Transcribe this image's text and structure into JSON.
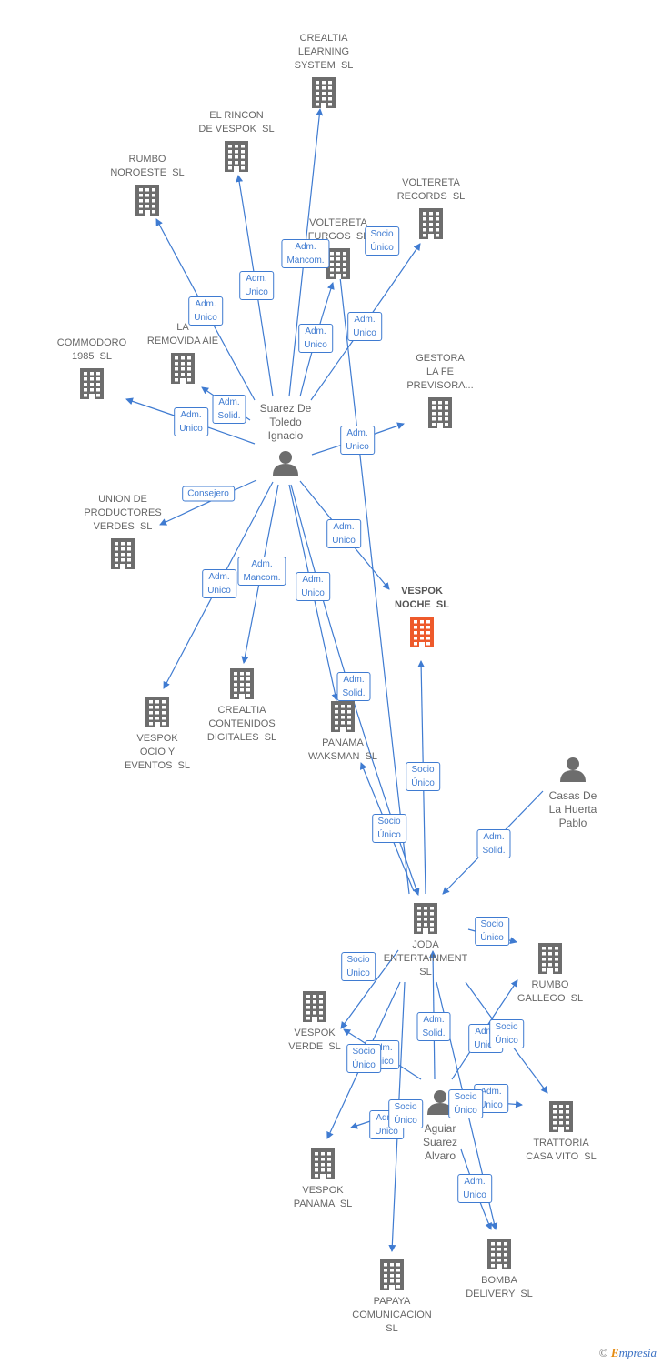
{
  "colors": {
    "edge": "#3f7bd1",
    "building": "#6d6d6d",
    "focus": "#ee5a2b",
    "person": "#6d6d6d"
  },
  "nodes": [
    {
      "id": "crealtia_learning",
      "type": "company",
      "label": "CREALTIA\nLEARNING\nSYSTEM  SL",
      "icon": "building-icon"
    },
    {
      "id": "el_rincon",
      "type": "company",
      "label": "EL RINCON\nDE VESPOK  SL",
      "icon": "building-icon"
    },
    {
      "id": "rumbo_noroeste",
      "type": "company",
      "label": "RUMBO\nNOROESTE  SL",
      "icon": "building-icon"
    },
    {
      "id": "voltereta_records",
      "type": "company",
      "label": "VOLTERETA\nRECORDS  SL",
      "icon": "building-icon"
    },
    {
      "id": "voltereta_furgos",
      "type": "company",
      "label": "VOLTERETA\nFURGOS  SL",
      "icon": "building-icon"
    },
    {
      "id": "la_removida",
      "type": "company",
      "label": "LA\nREMOVIDA AIE",
      "icon": "building-icon"
    },
    {
      "id": "commodoro",
      "type": "company",
      "label": "COMMODORO\n1985  SL",
      "icon": "building-icon"
    },
    {
      "id": "gestora",
      "type": "company",
      "label": "GESTORA\nLA FE\nPREVISORA...",
      "icon": "building-icon"
    },
    {
      "id": "suarez",
      "type": "person",
      "label": "Suarez De\nToledo\nIgnacio",
      "icon": "person-icon"
    },
    {
      "id": "union",
      "type": "company",
      "label": "UNION DE\nPRODUCTORES\nVERDES  SL",
      "icon": "building-icon"
    },
    {
      "id": "vespok_noche",
      "type": "focus",
      "label": "VESPOK\nNOCHE  SL",
      "icon": "building-icon"
    },
    {
      "id": "crealtia_contenidos",
      "type": "company",
      "label": "CREALTIA\nCONTENIDOS\nDIGITALES  SL",
      "icon": "building-icon"
    },
    {
      "id": "vespok_ocio",
      "type": "company",
      "label": "VESPOK\nOCIO Y\nEVENTOS  SL",
      "icon": "building-icon"
    },
    {
      "id": "panama_waksman",
      "type": "company",
      "label": "PANAMA\nWAKSMAN  SL",
      "icon": "building-icon"
    },
    {
      "id": "casas",
      "type": "person",
      "label": "Casas De\nLa Huerta\nPablo",
      "icon": "person-icon"
    },
    {
      "id": "joda",
      "type": "company",
      "label": "JODA\nENTERTAINMENT\nSL",
      "icon": "building-icon"
    },
    {
      "id": "rumbo_gallego",
      "type": "company",
      "label": "RUMBO\nGALLEGO  SL",
      "icon": "building-icon"
    },
    {
      "id": "vespok_verde",
      "type": "company",
      "label": "VESPOK\nVERDE  SL",
      "icon": "building-icon"
    },
    {
      "id": "aguiar",
      "type": "person",
      "label": "Aguiar\nSuarez\nAlvaro",
      "icon": "person-icon"
    },
    {
      "id": "trattoria",
      "type": "company",
      "label": "TRATTORIA\nCASA VITO  SL",
      "icon": "building-icon"
    },
    {
      "id": "vespok_panama",
      "type": "company",
      "label": "VESPOK\nPANAMA  SL",
      "icon": "building-icon"
    },
    {
      "id": "papaya",
      "type": "company",
      "label": "PAPAYA\nCOMUNICACION\nSL",
      "icon": "building-icon"
    },
    {
      "id": "bomba",
      "type": "company",
      "label": "BOMBA\nDELIVERY  SL",
      "icon": "building-icon"
    }
  ],
  "edges": [
    {
      "from": "suarez",
      "to": "crealtia_learning",
      "label": "Adm.\nMancom."
    },
    {
      "from": "suarez",
      "to": "el_rincon",
      "label": "Adm.\nUnico"
    },
    {
      "from": "suarez",
      "to": "rumbo_noroeste",
      "label": "Adm.\nUnico"
    },
    {
      "from": "suarez",
      "to": "voltereta_furgos",
      "label": "Adm.\nUnico"
    },
    {
      "from": "suarez",
      "to": "voltereta_records",
      "label": "Adm.\nUnico"
    },
    {
      "from": "suarez",
      "to": "la_removida",
      "label": "Adm.\nSolid."
    },
    {
      "from": "suarez",
      "to": "commodoro",
      "label": "Adm.\nUnico"
    },
    {
      "from": "suarez",
      "to": "gestora",
      "label": "Adm.\nUnico"
    },
    {
      "from": "suarez",
      "to": "union",
      "label": "Consejero"
    },
    {
      "from": "suarez",
      "to": "vespok_noche",
      "label": "Adm.\nUnico"
    },
    {
      "from": "suarez",
      "to": "vespok_ocio",
      "label": "Adm.\nUnico"
    },
    {
      "from": "suarez",
      "to": "crealtia_contenidos",
      "label": "Adm.\nMancom."
    },
    {
      "from": "suarez",
      "to": "panama_waksman",
      "label": "Adm.\nUnico"
    },
    {
      "from": "suarez",
      "to": "joda",
      "label": "Adm.\nSolid."
    },
    {
      "from": "joda",
      "to": "voltereta_furgos",
      "label": "Socio\nÚnico"
    },
    {
      "from": "joda",
      "to": "vespok_noche",
      "label": "Socio\nÚnico"
    },
    {
      "from": "joda",
      "to": "panama_waksman",
      "label": "Socio\nÚnico"
    },
    {
      "from": "casas",
      "to": "joda",
      "label": "Adm.\nSolid."
    },
    {
      "from": "joda",
      "to": "rumbo_gallego",
      "label": "Socio\nÚnico"
    },
    {
      "from": "joda",
      "to": "vespok_verde",
      "label": "Socio\nÚnico"
    },
    {
      "from": "aguiar",
      "to": "vespok_verde",
      "label": "Adm.\nUnico"
    },
    {
      "from": "aguiar",
      "to": "joda",
      "label": "Adm.\nSolid."
    },
    {
      "from": "aguiar",
      "to": "rumbo_gallego",
      "label": "Adm.\nUnico"
    },
    {
      "from": "joda",
      "to": "trattoria",
      "label": "Socio\nÚnico"
    },
    {
      "from": "aguiar",
      "to": "trattoria",
      "label": "Adm.\nUnico"
    },
    {
      "from": "joda",
      "to": "vespok_panama",
      "label": "Socio\nÚnico"
    },
    {
      "from": "aguiar",
      "to": "vespok_panama",
      "label": "Adm.\nUnico"
    },
    {
      "from": "joda",
      "to": "papaya",
      "label": "Socio\nÚnico"
    },
    {
      "from": "joda",
      "to": "bomba",
      "label": "Socio\nÚnico"
    },
    {
      "from": "aguiar",
      "to": "bomba",
      "label": "Adm.\nUnico"
    }
  ],
  "footer": {
    "copyright": "©",
    "brand_first": "E",
    "brand_rest": "mpresia"
  }
}
